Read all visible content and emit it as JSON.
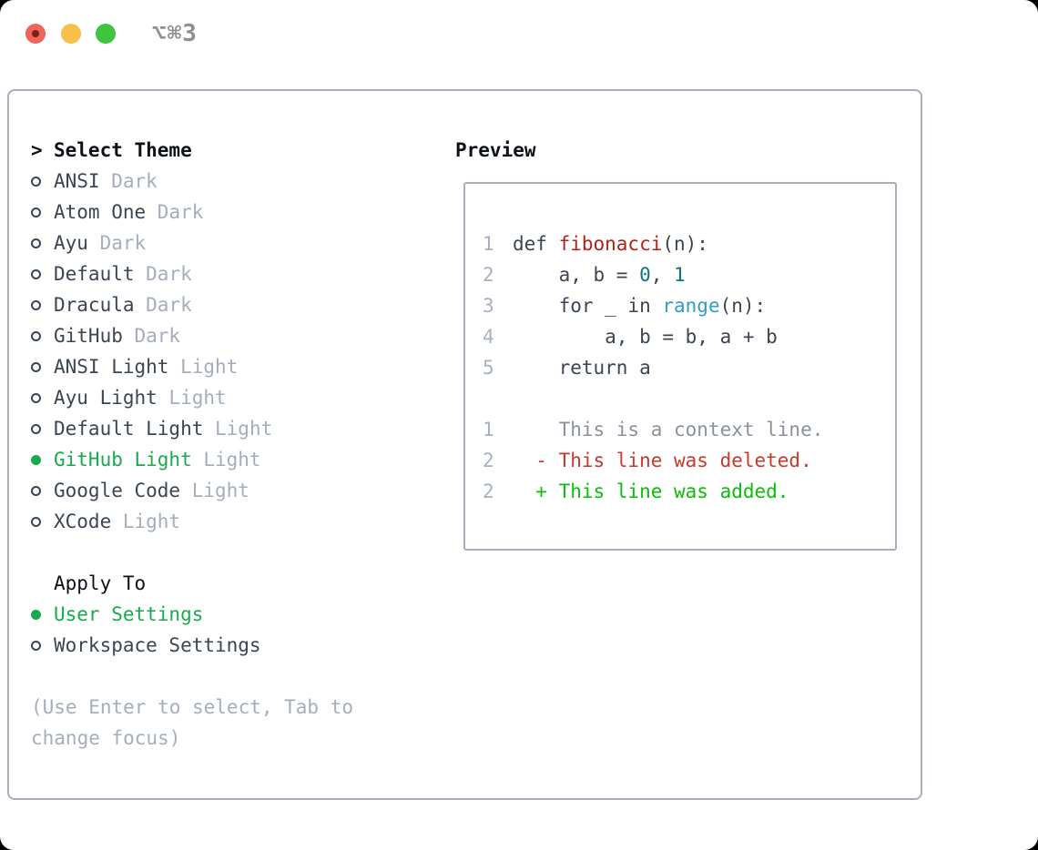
{
  "window": {
    "title": "⌥⌘3",
    "controls": {
      "close": "close",
      "minimize": "minimize",
      "zoom": "zoom"
    }
  },
  "colors": {
    "panel_border": "#a7afba",
    "text_dark": "#3b4653",
    "text_black": "#0d1117",
    "text_muted": "#a5aebb",
    "selected_green": "#17ab4e",
    "diff_added_green": "#0abe0a",
    "diff_deleted_red": "#c9392c",
    "diff_context_gray": "#8b929b",
    "syntax_function_red": "#b0241c",
    "syntax_number_teal": "#0c7680",
    "syntax_call_blue": "#2f9dcc",
    "traffic_red": "#f0655a",
    "traffic_yellow": "#f7c04b",
    "traffic_green": "#3fc440"
  },
  "theme_list": {
    "prompt": ">",
    "header": "Select Theme",
    "items": [
      {
        "name": "ANSI",
        "tag": "Dark",
        "selected": false
      },
      {
        "name": "Atom One",
        "tag": "Dark",
        "selected": false
      },
      {
        "name": "Ayu",
        "tag": "Dark",
        "selected": false
      },
      {
        "name": "Default",
        "tag": "Dark",
        "selected": false
      },
      {
        "name": "Dracula",
        "tag": "Dark",
        "selected": false
      },
      {
        "name": "GitHub",
        "tag": "Dark",
        "selected": false
      },
      {
        "name": "ANSI Light",
        "tag": "Light",
        "selected": false
      },
      {
        "name": "Ayu Light",
        "tag": "Light",
        "selected": false
      },
      {
        "name": "Default Light",
        "tag": "Light",
        "selected": false
      },
      {
        "name": "GitHub Light",
        "tag": "Light",
        "selected": true
      },
      {
        "name": "Google Code",
        "tag": "Light",
        "selected": false
      },
      {
        "name": "XCode",
        "tag": "Light",
        "selected": false
      }
    ]
  },
  "apply_to": {
    "header": "Apply To",
    "options": [
      {
        "name": "User Settings",
        "selected": true
      },
      {
        "name": "Workspace Settings",
        "selected": false
      }
    ]
  },
  "help_lines": [
    "(Use Enter to select, Tab to",
    "change focus)"
  ],
  "preview": {
    "title": "Preview",
    "code_lines": [
      {
        "n": "1",
        "tokens": [
          {
            "t": "def "
          },
          {
            "t": "fibonacci"
          },
          {
            "t": "(n):"
          }
        ]
      },
      {
        "n": "2",
        "tokens": [
          {
            "t": "    a, b = "
          },
          {
            "t": "0"
          },
          {
            "t": ", "
          },
          {
            "t": "1"
          }
        ]
      },
      {
        "n": "3",
        "tokens": [
          {
            "t": "    for _ in "
          },
          {
            "t": "range"
          },
          {
            "t": "(n):"
          }
        ]
      },
      {
        "n": "4",
        "tokens": [
          {
            "t": "        a, b = b, a + b"
          }
        ]
      },
      {
        "n": "5",
        "tokens": [
          {
            "t": "    return a"
          }
        ]
      }
    ],
    "diff_lines": [
      {
        "n": "1",
        "tokens": [
          {
            "t": "    This is a context line."
          }
        ]
      },
      {
        "n": "2",
        "tokens": [
          {
            "t": "  - This line was deleted."
          }
        ]
      },
      {
        "n": "2",
        "tokens": [
          {
            "t": "  + This line was added."
          }
        ]
      }
    ]
  }
}
